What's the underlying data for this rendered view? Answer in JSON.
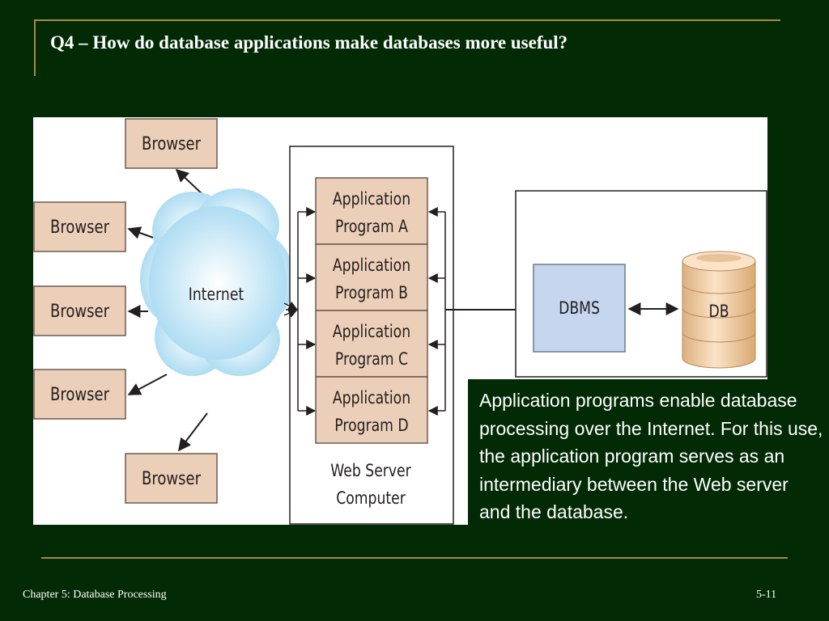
{
  "slide": {
    "title": "Q4 – How do database applications make databases more useful?",
    "footer_left": "Chapter 5: Database Processing",
    "footer_right": "5-11"
  },
  "diagram": {
    "browsers": [
      "Browser",
      "Browser",
      "Browser",
      "Browser",
      "Browser"
    ],
    "internet_label": "Internet",
    "app_programs": [
      {
        "line1": "Application",
        "line2": "Program A"
      },
      {
        "line1": "Application",
        "line2": "Program B"
      },
      {
        "line1": "Application",
        "line2": "Program C"
      },
      {
        "line1": "Application",
        "line2": "Program D"
      }
    ],
    "web_server_label": {
      "line1": "Web Server",
      "line2": "Computer"
    },
    "dbms_label": "DBMS",
    "db_label": "DB"
  },
  "callout": {
    "text": "Application programs enable database processing over the Internet. For this use, the application program serves as an intermediary between the Web server and the database."
  },
  "colors": {
    "background": "#022a05",
    "rule": "#a7893a",
    "browser_fill": "#eccfb8",
    "app_fill": "#eccfb8",
    "dbms_fill": "#c6d6ee",
    "cloud_fill": "#bfe6f7"
  }
}
